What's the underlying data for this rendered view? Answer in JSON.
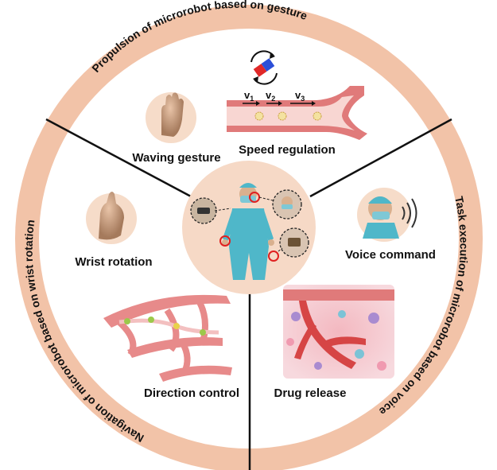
{
  "ring_text": {
    "top": "Propulsion of microrobot based on gesture",
    "left": "Navigation of microrobot based on wrist rotation",
    "right": "Task execution of microrobot based on voice"
  },
  "labels": {
    "waving": "Waving gesture",
    "speed": "Speed regulation",
    "wrist": "Wrist rotation",
    "voice": "Voice command",
    "direction": "Direction control",
    "drug": "Drug release"
  },
  "velocity": {
    "v1": "v",
    "v1_sub": "1",
    "v2": "v",
    "v2_sub": "2",
    "v3": "v",
    "v3_sub": "3"
  },
  "colors": {
    "ring": "#f2c3a8",
    "center": "#f6d9c6",
    "vessel": "#e07a7a",
    "highlight_circle": "#e02020",
    "scrubs": "#4fb7c9"
  }
}
